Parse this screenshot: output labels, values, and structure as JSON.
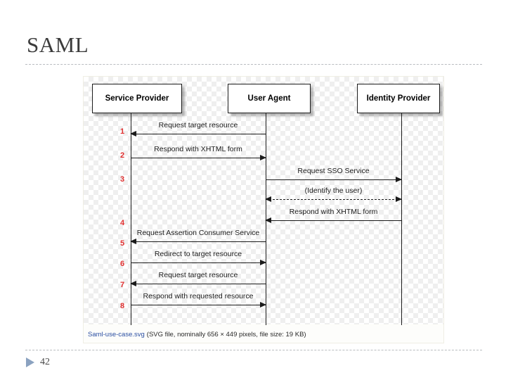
{
  "slide": {
    "title": "SAML",
    "page_number": "42"
  },
  "diagram": {
    "type": "sequence",
    "actors": [
      {
        "id": "service-provider",
        "label": "Service Provider"
      },
      {
        "id": "user-agent",
        "label": "User Agent"
      },
      {
        "id": "identity-provider",
        "label": "Identity Provider"
      }
    ],
    "messages": [
      {
        "step": "1",
        "label": "Request target resource",
        "from": "user-agent",
        "to": "service-provider",
        "direction": "left",
        "style": "solid"
      },
      {
        "step": "2",
        "label": "Respond with XHTML form",
        "from": "service-provider",
        "to": "user-agent",
        "direction": "right",
        "style": "solid"
      },
      {
        "step": "3",
        "label": "Request SSO Service",
        "from": "user-agent",
        "to": "identity-provider",
        "direction": "right",
        "style": "solid"
      },
      {
        "step": "",
        "label": "(Identify the user)",
        "from": "user-agent",
        "to": "identity-provider",
        "direction": "both",
        "style": "dashed"
      },
      {
        "step": "4",
        "label": "Respond with XHTML form",
        "from": "identity-provider",
        "to": "user-agent",
        "direction": "left",
        "style": "solid"
      },
      {
        "step": "5",
        "label": "Request Assertion Consumer Service",
        "from": "user-agent",
        "to": "service-provider",
        "direction": "left",
        "style": "solid"
      },
      {
        "step": "6",
        "label": "Redirect to target resource",
        "from": "service-provider",
        "to": "user-agent",
        "direction": "right",
        "style": "solid"
      },
      {
        "step": "7",
        "label": "Request target resource",
        "from": "user-agent",
        "to": "service-provider",
        "direction": "left",
        "style": "solid"
      },
      {
        "step": "8",
        "label": "Respond with requested resource",
        "from": "service-provider",
        "to": "user-agent",
        "direction": "right",
        "style": "solid"
      }
    ],
    "step_numbers": [
      "1",
      "2",
      "3",
      "4",
      "5",
      "6",
      "7",
      "8"
    ]
  },
  "caption": {
    "file_name": "Saml-use-case.svg",
    "details": "(SVG file, nominally 656 × 449 pixels, file size: 19 KB)"
  },
  "colors": {
    "step_number": "#e03030",
    "caption_link": "#2b4fa2",
    "footer_bullet": "#8ba2c0",
    "title_text": "#3b3b3b",
    "rule": "#b9bcc0"
  }
}
